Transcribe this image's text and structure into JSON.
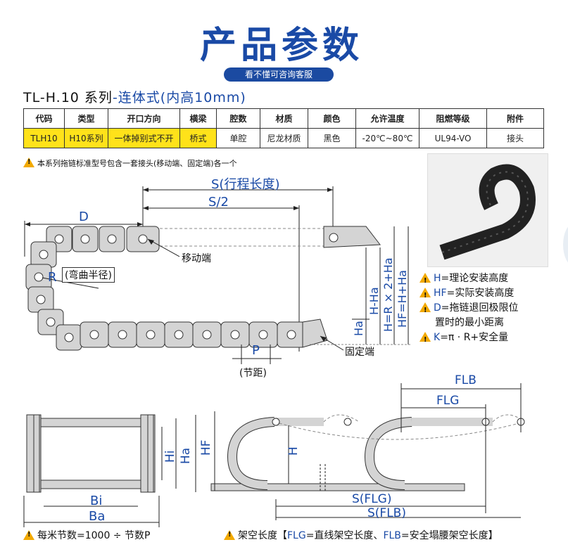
{
  "title": "产品参数",
  "consult_button": "看不懂可咨询客服",
  "series": {
    "model": "TL-H.10 系列",
    "type": "-连体式(内高10mm)"
  },
  "table": {
    "headers": [
      "代码",
      "类型",
      "开口方向",
      "横梁",
      "腔数",
      "材质",
      "颜色",
      "允许温度",
      "阻燃等级",
      "附件"
    ],
    "row": [
      "TLH10",
      "H10系列",
      "一体掉别式不开",
      "桥式",
      "单腔",
      "尼龙材质",
      "黑色",
      "-20℃~80℃",
      "UL94-VO",
      "接头"
    ]
  },
  "note": "本系列拖链标准型号包含一套接头(移动端、固定端)各一个",
  "diagram": {
    "S_label": "S(行程长度)",
    "S2_label": "S/2",
    "D_label": "D",
    "R_label": "R",
    "R_desc": "(弯曲半径)",
    "moving_end": "移动端",
    "fixed_end": "固定端",
    "P_label": "P",
    "P_desc": "(节距)",
    "H_Ha": "H-Ha",
    "H_formula": "H=R × 2+Ha",
    "HF_formula": "HF=H+Ha",
    "Ha": "Ha"
  },
  "definitions": [
    {
      "key": "H",
      "text": "=理论安装高度"
    },
    {
      "key": "HF",
      "text": "=实际安装高度"
    },
    {
      "key": "D",
      "text": "=拖链退回极限位"
    },
    {
      "key": "",
      "text": "置时的最小距离"
    },
    {
      "key": "K",
      "text": "=π · R+安全量"
    }
  ],
  "section": {
    "Bi": "Bi",
    "Ba": "Ba",
    "Hi": "Hi",
    "Ha": "Ha",
    "HF": "HF",
    "H": "H",
    "FLB": "FLB",
    "FLG": "FLG",
    "S_FLG": "S(FLG)",
    "S_FLB": "S(FLB)"
  },
  "bottom": {
    "left": "每米节数=1000 ÷ 节数P",
    "right_prefix": "架空长度【",
    "right_FLG": "FLG",
    "right_mid": "=直线架空长度、",
    "right_FLB": "FLB",
    "right_end": "=安全塌腰架空长度】"
  },
  "colors": {
    "accent": "#1a4aa6",
    "highlight": "#ffe21a",
    "warning": "#f2a900",
    "link_gray": "#c8c8c8"
  }
}
